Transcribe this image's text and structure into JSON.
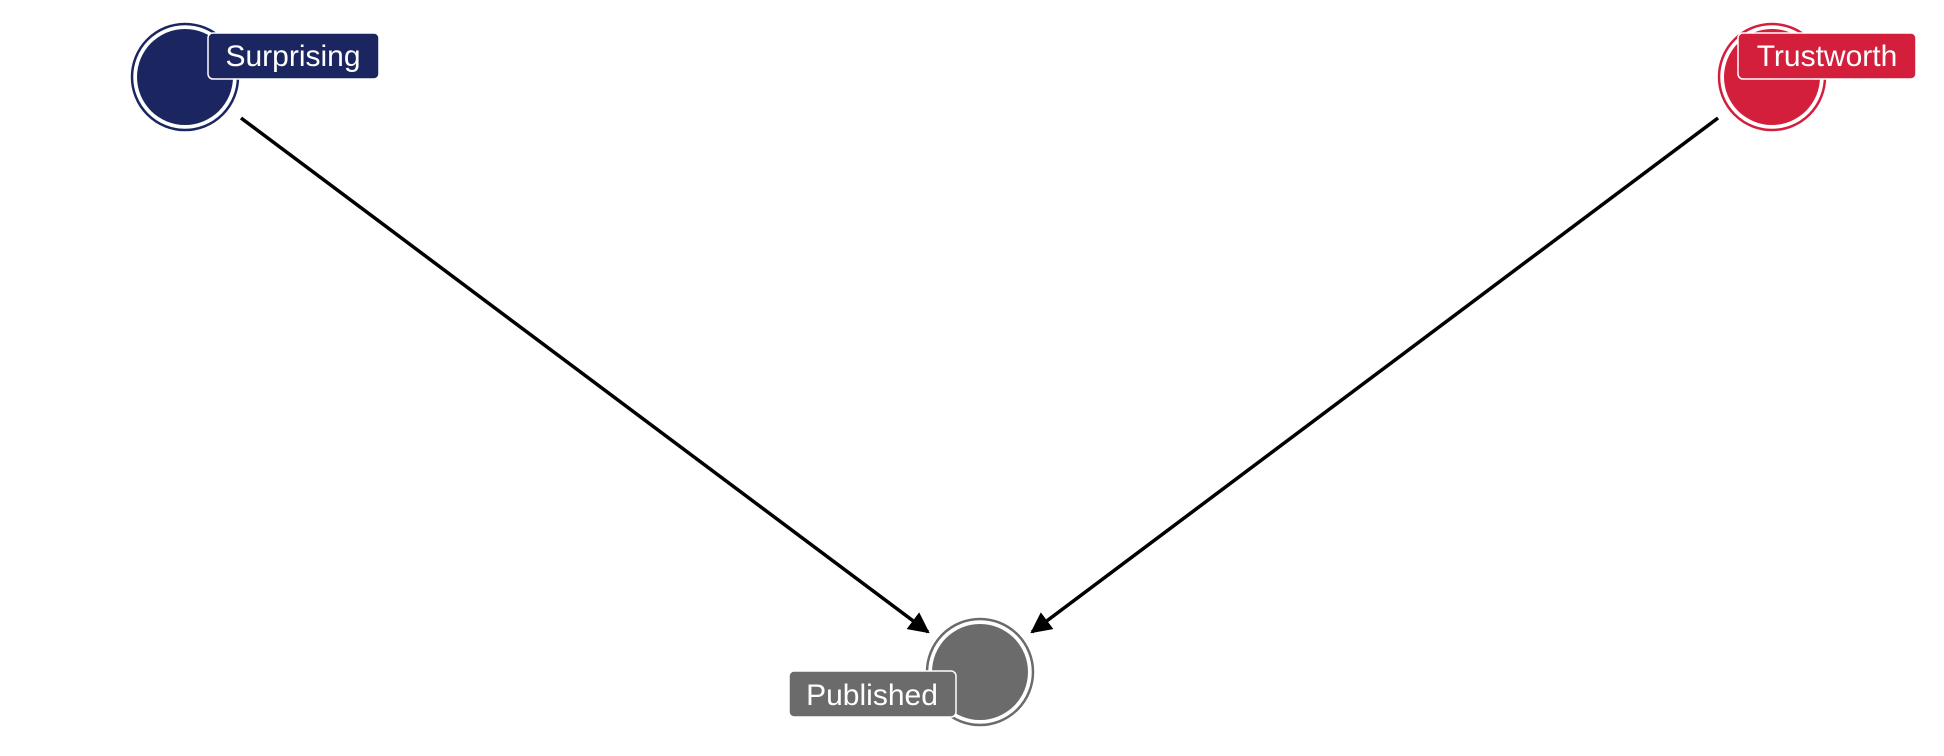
{
  "diagram": {
    "type": "directed-acyclic-graph",
    "nodes": [
      {
        "id": "surprising",
        "label": "Surprising",
        "color": "#1b2660"
      },
      {
        "id": "trustworth",
        "label": "Trustworth",
        "color": "#d31e3c"
      },
      {
        "id": "published",
        "label": "Published",
        "color": "#6b6b6b"
      }
    ],
    "edges": [
      {
        "from": "surprising",
        "to": "published"
      },
      {
        "from": "trustworth",
        "to": "published"
      }
    ],
    "edge_color": "#000000"
  }
}
